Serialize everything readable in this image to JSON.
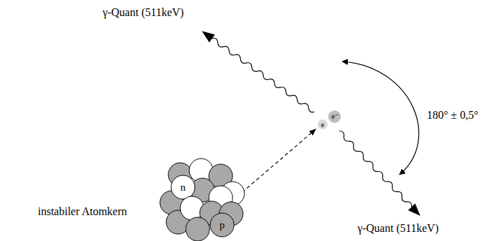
{
  "diagram": {
    "labels": [
      "γ-Quant (511keV)",
      "180° ± 0,5°",
      "e",
      "e⁻",
      "instabiler Atomkern",
      "n",
      "p",
      "γ-Quant (511keV)"
    ]
  }
}
